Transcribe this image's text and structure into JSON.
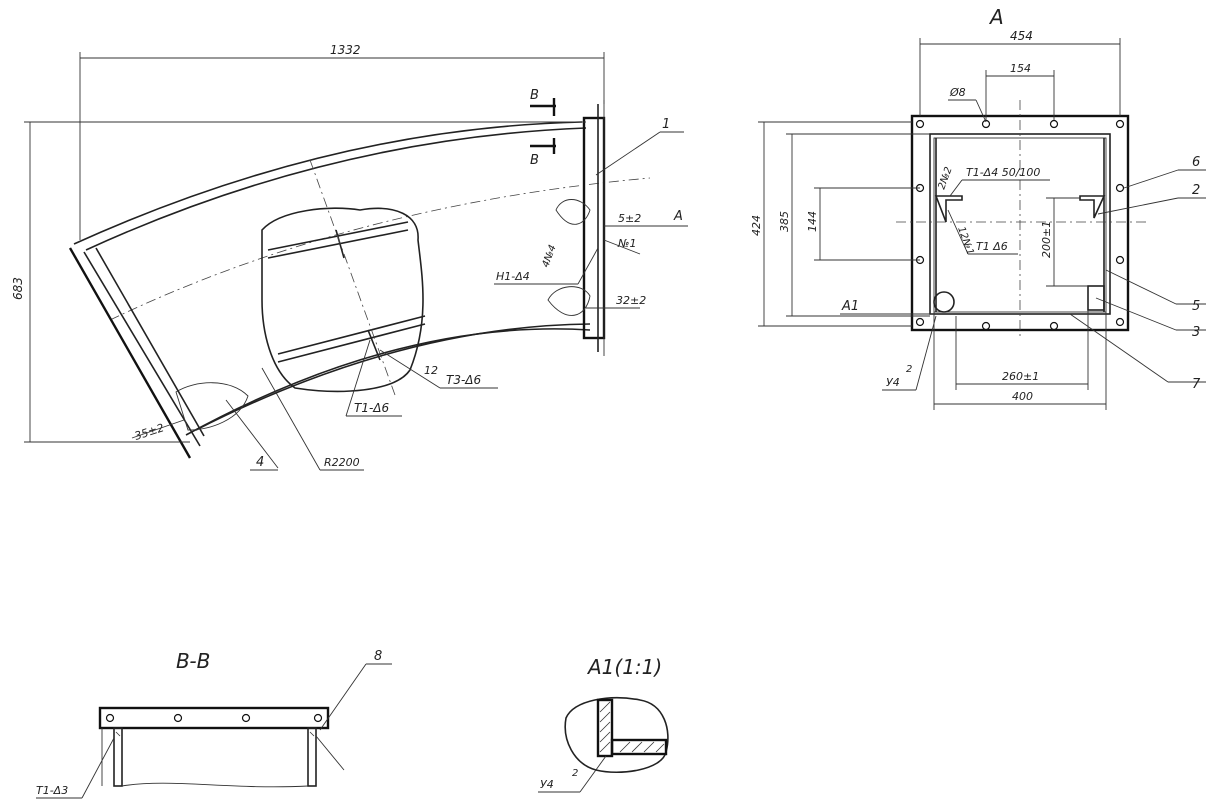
{
  "view_main": {
    "dim_length": "1332",
    "dim_height": "683",
    "section_mark": "B",
    "view_mark": "A",
    "dim_flange_gap": "5±2",
    "weld_n1": "№1",
    "weld_h1": "H1-Δ4",
    "weld_h1_n": "4№4",
    "dim_32": "32±2",
    "dim_35": "35±2",
    "radius": "R2200",
    "part_1": "1",
    "part_4": "4",
    "part_12": "12",
    "weld_t3": "T3-Δ6",
    "weld_t1": "T1-Δ6"
  },
  "view_a": {
    "title": "A",
    "dim_454": "454",
    "dim_154": "154",
    "hole_dia": "Ø8",
    "weld_t1_450": "T1-Δ4 50/100",
    "weld_2n2": "2№2",
    "weld_12n1": "12№1",
    "weld_t1_d6": "T1 Δ6",
    "dim_424": "424",
    "dim_385": "385",
    "dim_144": "144",
    "dim_200": "200±1",
    "detail_ref": "A1",
    "weld_y4": "У4",
    "weld_y4_n": "2",
    "dim_260": "260±1",
    "dim_400": "400",
    "part_6": "6",
    "part_2": "2",
    "part_5": "5",
    "part_3": "3",
    "part_7": "7"
  },
  "section_bb": {
    "title": "B-B",
    "part_8": "8",
    "weld": "T1-Δ3"
  },
  "detail_a1": {
    "title": "A1(1:1)",
    "weld": "У4",
    "weld_n": "2"
  }
}
